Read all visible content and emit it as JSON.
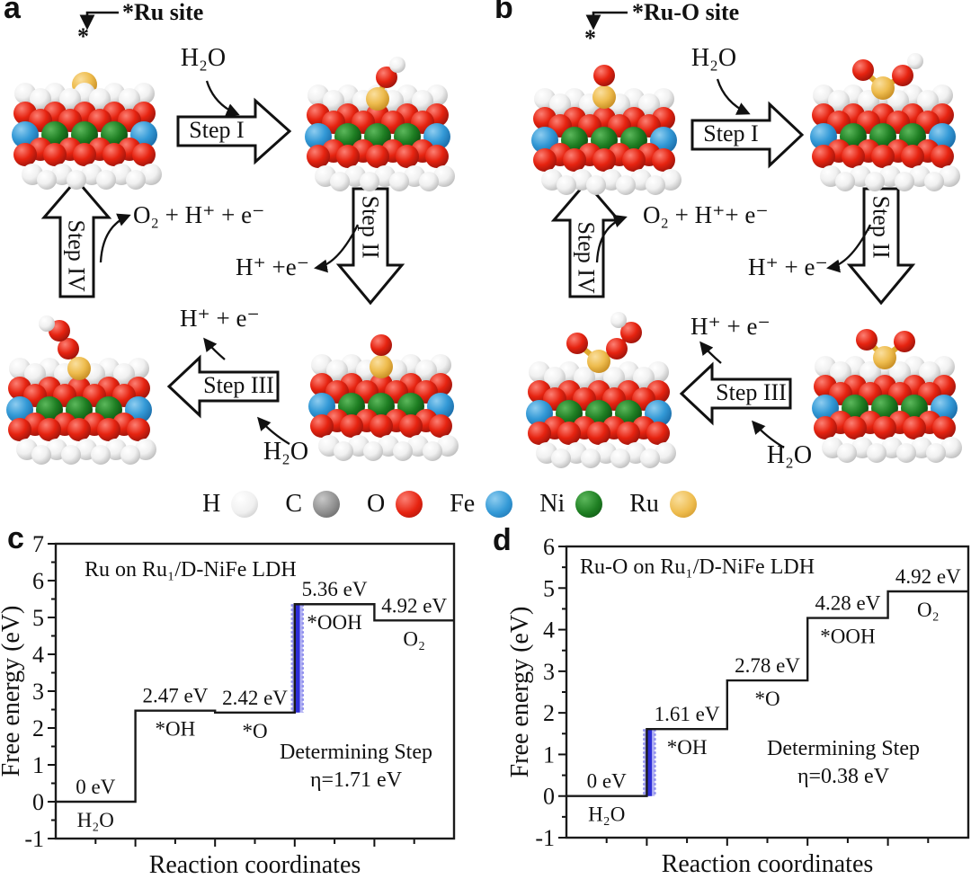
{
  "panels": {
    "a": {
      "letter": "a",
      "site_label": "*Ru site",
      "site_marker": "*",
      "h2o_in_top": "H₂O",
      "step_i": "Step I",
      "step_ii": "Step II",
      "h_plus_e_right": "H⁺ +e⁻",
      "o2_release": "O₂ + H⁺ + e⁻",
      "step_iv": "Step IV",
      "h_plus_e_mid": "H⁺ + e⁻",
      "step_iii": "Step III",
      "h2o_in_bottom": "H₂O"
    },
    "b": {
      "letter": "b",
      "site_label": "*Ru-O site",
      "site_marker": "*",
      "h2o_in_top": "H₂O",
      "step_i": "Step I",
      "step_ii": "Step II",
      "h_plus_e_right": "H⁺ + e⁻",
      "o2_release": "O₂ + H⁺+ e⁻",
      "step_iv": "Step IV",
      "h_plus_e_mid": "H⁺ + e⁻",
      "step_iii": "Step III",
      "h2o_in_bottom": "H₂O"
    }
  },
  "legend": {
    "items": [
      {
        "symbol": "H",
        "colors": [
          "#ffffff",
          "#f0f0f0",
          "#bdbdbd"
        ]
      },
      {
        "symbol": "C",
        "colors": [
          "#c8c8c8",
          "#8e8e8e",
          "#5a5a5a"
        ]
      },
      {
        "symbol": "O",
        "colors": [
          "#fc8074",
          "#e62310",
          "#9c140c"
        ]
      },
      {
        "symbol": "Fe",
        "colors": [
          "#8ecdf0",
          "#3399d6",
          "#1b6ca8"
        ]
      },
      {
        "symbol": "Ni",
        "colors": [
          "#5cb85c",
          "#1e7e22",
          "#0c4a10"
        ]
      },
      {
        "symbol": "Ru",
        "colors": [
          "#fadf9e",
          "#eebc4e",
          "#c78d22"
        ]
      }
    ]
  },
  "chart_letters": {
    "c": "c",
    "d": "d"
  },
  "chart_data": [
    {
      "type": "line",
      "subtype": "free-energy-steps",
      "panel": "c",
      "title": "Ru on Ru₁/D-NiFe LDH",
      "xlabel": "Reaction coordinates",
      "ylabel": "Free energy (eV)",
      "ylim": [
        -1,
        7
      ],
      "yticks": [
        -1,
        0,
        1,
        2,
        3,
        4,
        5,
        6,
        7
      ],
      "grid": false,
      "steps": [
        {
          "species": "H₂O",
          "energy_eV": 0,
          "label": "0 eV"
        },
        {
          "species": "*OH",
          "energy_eV": 2.47,
          "label": "2.47 eV"
        },
        {
          "species": "*O",
          "energy_eV": 2.42,
          "label": "2.42 eV"
        },
        {
          "species": "*OOH",
          "energy_eV": 5.36,
          "label": "5.36 eV"
        },
        {
          "species": "O₂",
          "energy_eV": 4.92,
          "label": "4.92 eV"
        }
      ],
      "determining_step": {
        "from": "*O",
        "to": "*OOH",
        "boundary_index": 3,
        "annotation_line1": "Determining Step",
        "annotation_line2": "η=1.71 eV"
      },
      "accent_color": "#2b2bd0",
      "bar_color": "#2d2dd6",
      "bar_fill": "#b7b7f4",
      "bar_edge": "#8d8dee"
    },
    {
      "type": "line",
      "subtype": "free-energy-steps",
      "panel": "d",
      "title": "Ru-O on Ru₁/D-NiFe LDH",
      "xlabel": "Reaction coordinates",
      "ylabel": "Free energy (eV)",
      "ylim": [
        -1,
        6
      ],
      "yticks": [
        -1,
        0,
        1,
        2,
        3,
        4,
        5,
        6
      ],
      "grid": false,
      "steps": [
        {
          "species": "H₂O",
          "energy_eV": 0,
          "label": "0 eV"
        },
        {
          "species": "*OH",
          "energy_eV": 1.61,
          "label": "1.61 eV"
        },
        {
          "species": "*O",
          "energy_eV": 2.78,
          "label": "2.78 eV"
        },
        {
          "species": "*OOH",
          "energy_eV": 4.28,
          "label": "4.28 eV"
        },
        {
          "species": "O₂",
          "energy_eV": 4.92,
          "label": "4.92 eV"
        }
      ],
      "determining_step": {
        "from": "H₂O",
        "to": "*OH",
        "boundary_index": 1,
        "annotation_line1": "Determining Step",
        "annotation_line2": "η=0.38 eV"
      },
      "accent_color": "#2b2bd0",
      "bar_color": "#2d2dd6",
      "bar_fill": "#b7b7f4",
      "bar_edge": "#8d8dee"
    }
  ]
}
